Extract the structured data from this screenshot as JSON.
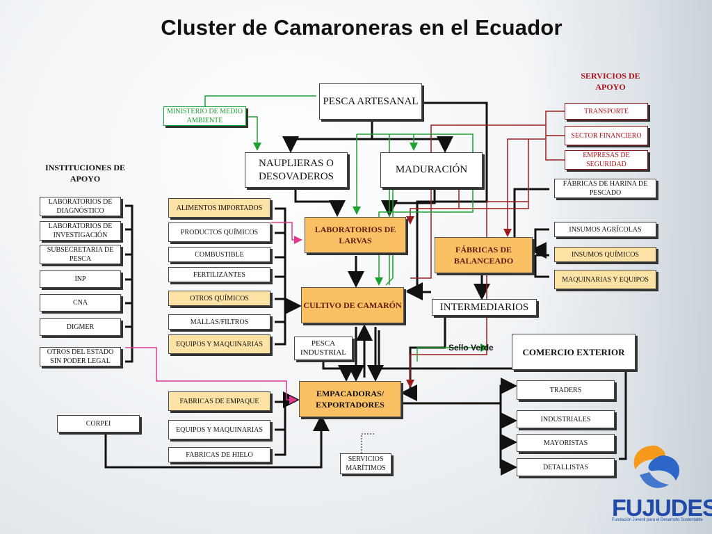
{
  "title": "Cluster de Camaroneras en el Ecuador",
  "labels": {
    "instituciones": "INSTITUCIONES DE APOYO",
    "servicios": "SERVICIOS DE APOYO",
    "sello": "Sello Verde"
  },
  "core": {
    "pesca_artesanal": "PESCA ARTESANAL",
    "nauplieras": "NAUPLIERAS O DESOVADEROS",
    "maduracion": "MADURACIÓN",
    "laboratorios": "LABORATORIOS DE LARVAS",
    "fabricas_balanceado": "FÁBRICAS DE BALANCEADO",
    "cultivo": "CULTIVO DE CAMARÓN",
    "intermediarios": "INTERMEDIARIOS",
    "empacadoras": "EMPACADORAS/ EXPORTADORES",
    "pesca_industrial": "PESCA INDUSTRIAL",
    "comercio_exterior": "COMERCIO EXTERIOR",
    "servicios_maritimos": "SERVICIOS MARÍTIMOS",
    "ministerio": "MINISTERIO DE MEDIO AMBIENTE"
  },
  "instituciones": [
    "LABORATORIOS DE DIAGNÓSTICO",
    "LABORATORIOS DE INVESTIGACIÓN",
    "SUBSECRETARIA DE PESCA",
    "INP",
    "CNA",
    "DIGMER",
    "OTROS DEL ESTADO SIN PODER LEGAL"
  ],
  "corpei": "CORPEI",
  "insumos_left": [
    "ALIMENTOS IMPORTADOS",
    "PRODUCTOS QUÍMICOS",
    "COMBUSTIBLE",
    "FERTILIZANTES",
    "OTROS QUÍMICOS",
    "MALLAS/FILTROS",
    "EQUIPOS Y MAQUINARIAS"
  ],
  "insumos_empaque": [
    "FABRICAS DE EMPAQUE",
    "EQUIPOS Y MAQUINARIAS",
    "FABRICAS DE HIELO"
  ],
  "servicios_apoyo": [
    "TRANSPORTE",
    "SECTOR FINANCIERO",
    "EMPRESAS DE SEGURIDAD"
  ],
  "insumos_right": [
    "FÁBRICAS DE HARINA DE PESCADO",
    "INSUMOS AGRÍCOLAS",
    "INSUMOS QUÍMICOS",
    "MAQUINARIAS Y EQUIPOS"
  ],
  "mercados": [
    "TRADERS",
    "INDUSTRIALES",
    "MAYORISTAS",
    "DETALLISTAS"
  ],
  "logo": {
    "name": "FUJUDES",
    "tagline": "Fundación Juvenil para el Desarrollo Sustentable"
  },
  "colors": {
    "black_line": "#111111",
    "red_line": "#9b1c1c",
    "green_line": "#1aa12f",
    "pink_line": "#e0398d",
    "orange_box": "#fbc064",
    "logo_blue": "#1f4aa8",
    "logo_orange": "#f59a1b"
  }
}
